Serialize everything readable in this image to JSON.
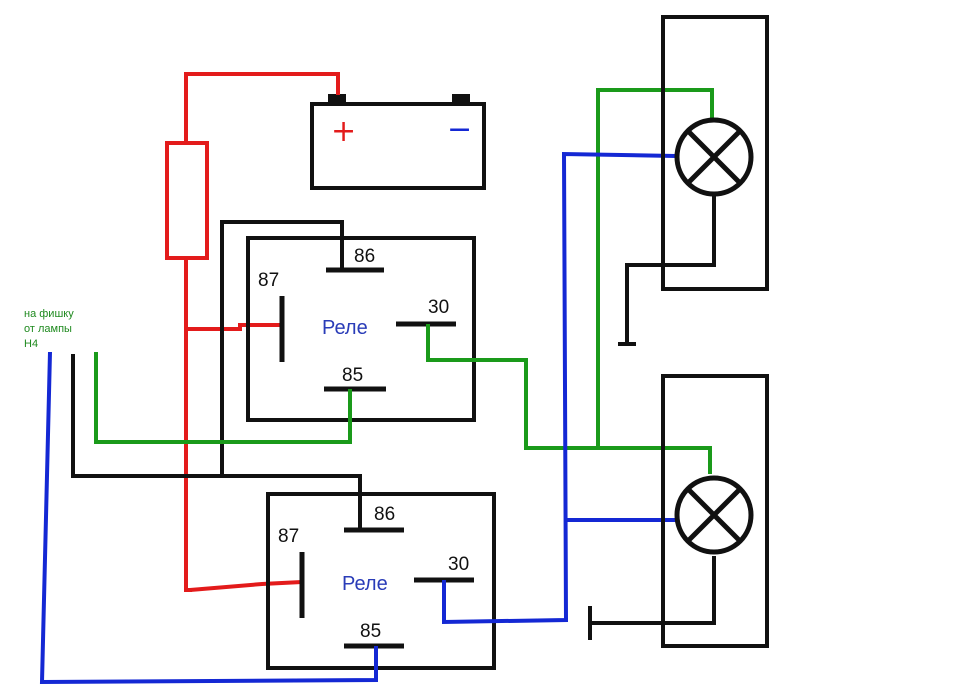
{
  "battery": {
    "plus": "+",
    "minus": "−"
  },
  "relay_top": {
    "label": "Реле",
    "pin_86": "86",
    "pin_87": "87",
    "pin_30": "30",
    "pin_85": "85"
  },
  "relay_bottom": {
    "label": "Реле",
    "pin_86": "86",
    "pin_87": "87",
    "pin_30": "30",
    "pin_85": "85"
  },
  "note": {
    "line1": "на фишку",
    "line2": "от лампы",
    "line3": "H4"
  },
  "colors": {
    "power": "#e31b1b",
    "ground": "#111111",
    "low_beam": "#1a9a1a",
    "high_beam": "#1428d4",
    "relay_text": "#2a3cb8"
  }
}
